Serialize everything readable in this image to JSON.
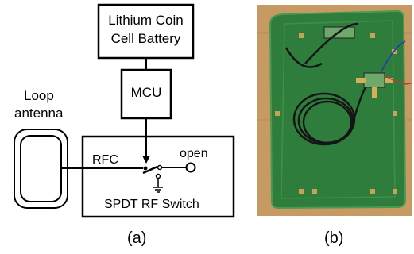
{
  "panel_a": {
    "battery_line1": "Lithium Coin",
    "battery_line2": "Cell Battery",
    "mcu": "MCU",
    "antenna_line1": "Loop",
    "antenna_line2": "antenna",
    "rfc": "RFC",
    "open": "open",
    "switch": "SPDT RF Switch",
    "caption": "(a)"
  },
  "panel_b": {
    "caption": "(b)",
    "photo": {
      "background": "#c79a63",
      "board": "#2f7d3c",
      "board_edge": "#4b9a50",
      "cable": "#151515",
      "pad": "#c8a258",
      "component": "#6ea86a",
      "wire_blue": "#2a3fa6",
      "wire_red": "#c8323a"
    }
  }
}
